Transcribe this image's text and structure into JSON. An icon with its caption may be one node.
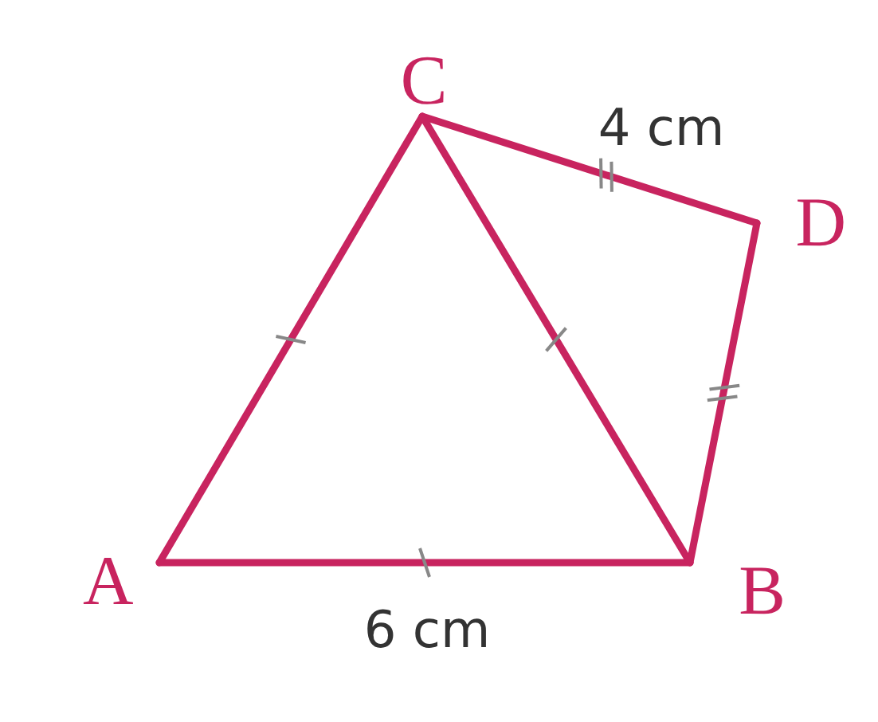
{
  "diagram": {
    "nodes": [
      {
        "text": [
          "C"
        ]
      },
      {
        "text": [
          "D"
        ]
      },
      {
        "text": [
          "A"
        ]
      },
      {
        "text": [
          "B"
        ]
      }
    ],
    "edges": [
      {
        "from": 0,
        "to": 1,
        "arrow": "none",
        "label": "4 cm"
      },
      {
        "from": 1,
        "to": 3,
        "arrow": "none"
      },
      {
        "from": 2,
        "to": 3,
        "arrow": "none",
        "label": "6 cm"
      },
      {
        "from": 2,
        "to": 0,
        "arrow": "none"
      },
      {
        "from": 0,
        "to": 3,
        "arrow": "none"
      }
    ]
  }
}
